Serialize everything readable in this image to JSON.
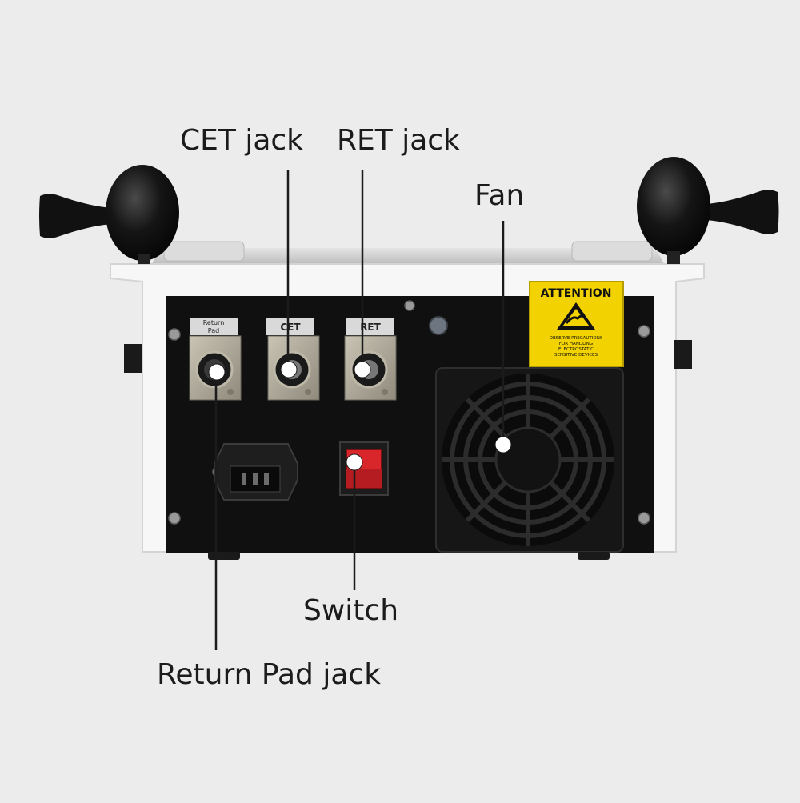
{
  "callouts": {
    "cet_jack": "CET jack",
    "ret_jack": "RET jack",
    "fan": "Fan",
    "switch": "Switch",
    "return_pad_jack": "Return Pad jack"
  },
  "panel_labels": {
    "return_pad_line1": "Return",
    "return_pad_line2": "Pad",
    "cet": "CET",
    "ret": "RET"
  },
  "warning_sticker": {
    "title": "ATTENTION",
    "line1": "OBSERVE PRECAUTIONS",
    "line2": "FOR HANDLING",
    "line3": "ELECTROSTATIC",
    "line4": "SENSITIVE DEVICES"
  },
  "colors": {
    "background": "#ececec",
    "panel": "#101010",
    "housing": "#f7f7f7",
    "sticker": "#f2d200",
    "switch": "#d8262b"
  }
}
